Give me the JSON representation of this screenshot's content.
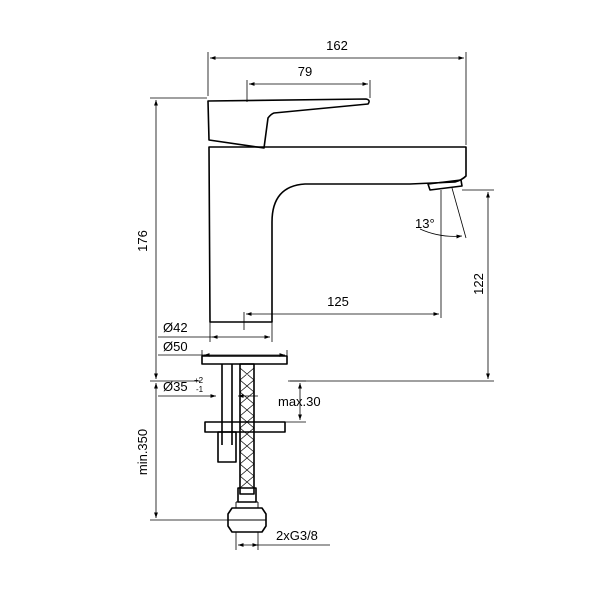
{
  "dimensions": {
    "overall_width": "162",
    "lever_length": "79",
    "overall_height": "176",
    "angle": "13°",
    "spout_height": "122",
    "spout_reach": "125",
    "base_inner_diameter": "Ø42",
    "base_diameter": "Ø50",
    "hole_diameter": "Ø35",
    "hole_tolerance_plus": "+2",
    "hole_tolerance_minus": "-1",
    "max_thickness": "max.30",
    "hose_length": "min.350",
    "connection": "2xG3/8"
  }
}
